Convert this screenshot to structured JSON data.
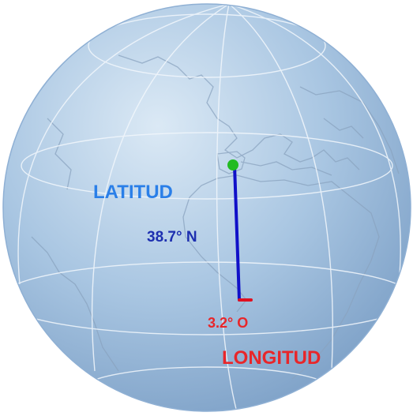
{
  "labels": {
    "latitude_title": "LATITUD",
    "latitude_value": "38.7° N",
    "longitude_title": "LONGITUD",
    "longitude_value": "3.2° O"
  },
  "colors": {
    "ocean_light": "#dbe9f5",
    "ocean_mid": "#a9c6e2",
    "ocean_dark": "#7fa2c8",
    "grid_line": "#f2f7fc",
    "coastline": "#8aa3bf",
    "latitude_line": "#1010c8",
    "longitude_line": "#e01020",
    "point": "#22bb22",
    "latitude_title_color": "#2a7fe8",
    "latitude_value_color": "#1d2fb0",
    "longitude_title_color": "#e8262a",
    "longitude_value_color": "#e8262a"
  }
}
